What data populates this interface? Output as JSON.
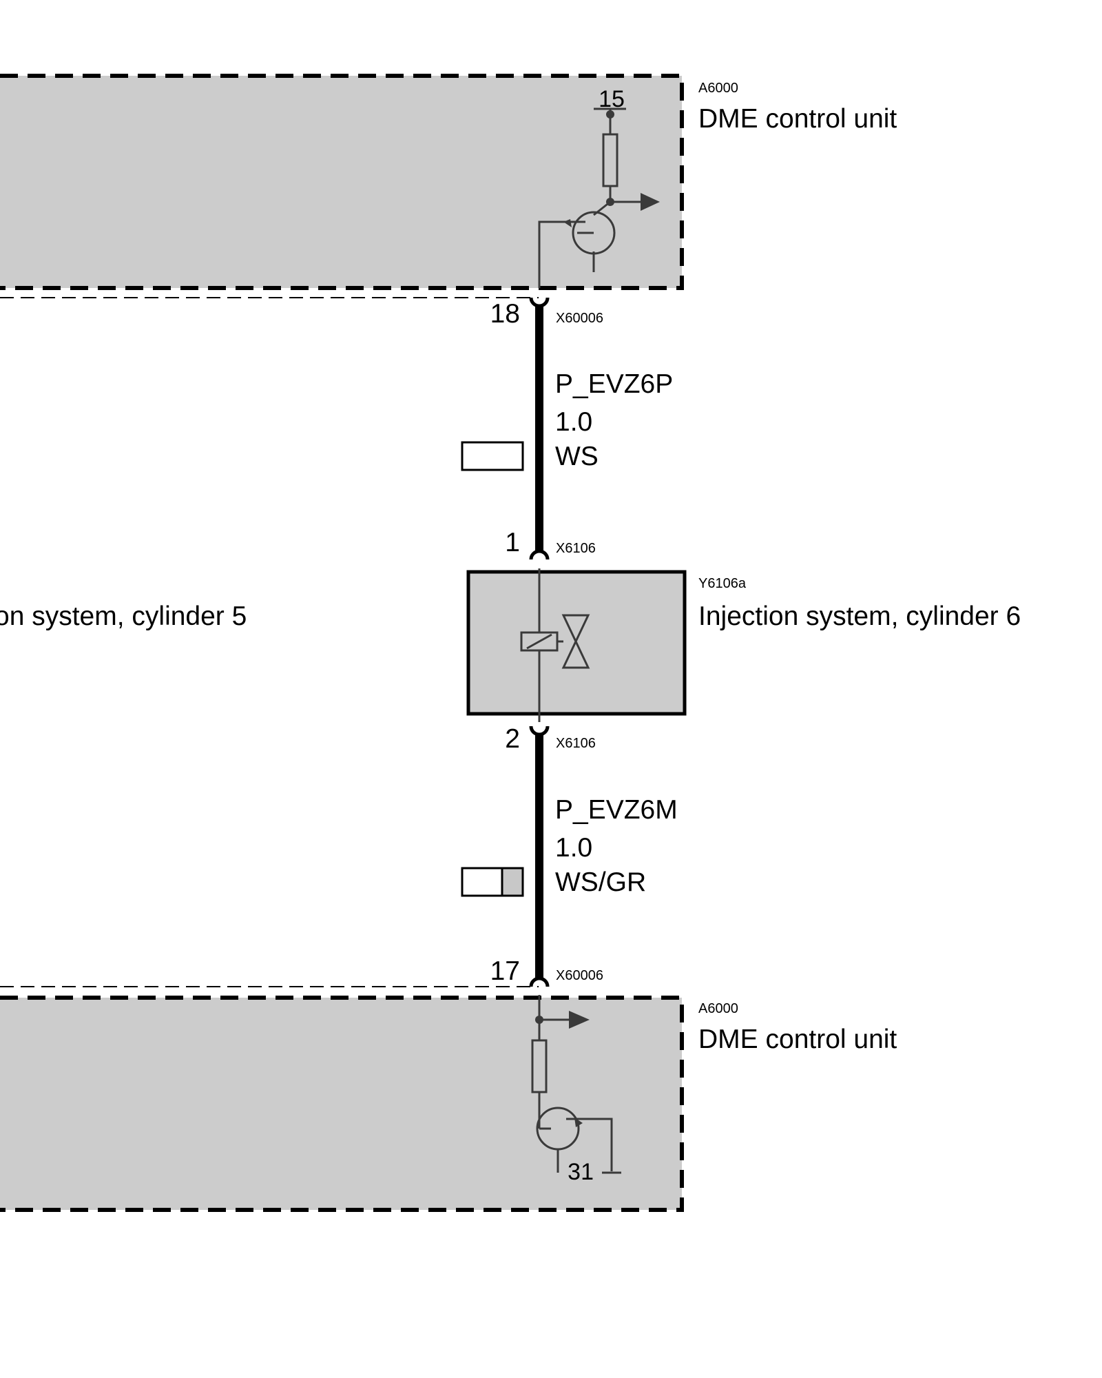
{
  "components": {
    "dme_top": {
      "code": "A6000",
      "name": "DME control unit",
      "terminal": "15"
    },
    "dme_bottom": {
      "code": "A6000",
      "name": "DME control unit",
      "terminal": "31"
    },
    "injector6": {
      "code": "Y6106a",
      "name": "Injection system, cylinder 6"
    },
    "injector5": {
      "name": "on system, cylinder 5"
    }
  },
  "connectors": {
    "top": {
      "code": "X60006",
      "pin": "18"
    },
    "inj_pin1": {
      "code": "X6106",
      "pin": "1"
    },
    "inj_pin2": {
      "code": "X6106",
      "pin": "2"
    },
    "bottom": {
      "code": "X60006",
      "pin": "17"
    }
  },
  "wires": {
    "upper": {
      "signal": "P_EVZ6P",
      "cross_section": "1.0",
      "color": "WS",
      "swatch_colors": [
        "#ffffff"
      ]
    },
    "lower": {
      "signal": "P_EVZ6M",
      "cross_section": "1.0",
      "color": "WS/GR",
      "swatch_colors": [
        "#ffffff",
        "#c8c8c8"
      ]
    }
  },
  "colors": {
    "module_fill": "#cccccc",
    "line": "#000000",
    "symbol_line": "#3a3a3a"
  }
}
